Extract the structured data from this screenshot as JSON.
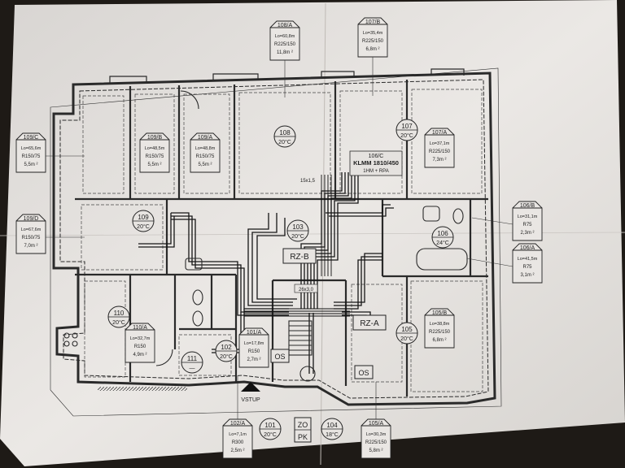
{
  "colors": {
    "paper": "#e7e4e1",
    "ink": "#2a2a2a",
    "heating": "#161616",
    "background": "#1e1a16"
  },
  "rooms": [
    {
      "id": "r108",
      "number": "108",
      "temp": "20°C"
    },
    {
      "id": "r107",
      "number": "107",
      "temp": "20°C"
    },
    {
      "id": "r109",
      "number": "109",
      "temp": "20°C"
    },
    {
      "id": "r103",
      "number": "103",
      "temp": "20°C"
    },
    {
      "id": "r106",
      "number": "106",
      "temp": "24°C"
    },
    {
      "id": "r110",
      "number": "110",
      "temp": "20°C"
    },
    {
      "id": "r102",
      "number": "102",
      "temp": "20°C"
    },
    {
      "id": "r105",
      "number": "105",
      "temp": "20°C"
    },
    {
      "id": "r111",
      "number": "111",
      "temp": "—"
    },
    {
      "id": "r101",
      "number": "101",
      "temp": "20°C"
    },
    {
      "id": "r104",
      "number": "104",
      "temp": "18°C"
    }
  ],
  "tags": [
    {
      "id": "t108a",
      "code": "108/A",
      "lines": [
        "Lo=60,8m",
        "R225/150",
        "11,8m ²"
      ]
    },
    {
      "id": "t107b",
      "code": "107/B",
      "lines": [
        "Lo=35,4m",
        "R225/150",
        "6,8m ²"
      ]
    },
    {
      "id": "t109c",
      "code": "109/C",
      "lines": [
        "Lo=65,6m",
        "R150/75",
        "5,5m ²"
      ]
    },
    {
      "id": "t109b",
      "code": "109/B",
      "lines": [
        "Lo=48,5m",
        "R150/75",
        "5,5m ²"
      ]
    },
    {
      "id": "t109a",
      "code": "109/A",
      "lines": [
        "Lo=48,8m",
        "R150/75",
        "5,5m ²"
      ]
    },
    {
      "id": "t107a",
      "code": "107/A",
      "lines": [
        "Lo=37,1m",
        "R225/150",
        "7,3m ²"
      ]
    },
    {
      "id": "t109d",
      "code": "109/D",
      "lines": [
        "Lo=67,6m",
        "R150/75",
        "7,0m ²"
      ]
    },
    {
      "id": "t106b",
      "code": "106/B",
      "lines": [
        "Lo=31,1m",
        "R75",
        "2,3m ²"
      ]
    },
    {
      "id": "t106a",
      "code": "106/A",
      "lines": [
        "Lo=41,5m",
        "R75",
        "3,1m ²"
      ]
    },
    {
      "id": "t110a",
      "code": "110/A",
      "lines": [
        "Lo=32,7m",
        "R150",
        "4,9m ²"
      ]
    },
    {
      "id": "t101a",
      "code": "101/A",
      "lines": [
        "Lo=17,8m",
        "R150",
        "2,7m ²"
      ]
    },
    {
      "id": "t105b",
      "code": "105/B",
      "lines": [
        "Lo=38,8m",
        "R225/150",
        "6,8m ²"
      ]
    },
    {
      "id": "t102a",
      "code": "102/A",
      "lines": [
        "Lo=7,1m",
        "R300",
        "2,5m ²"
      ]
    },
    {
      "id": "t105a",
      "code": "105/A",
      "lines": [
        "Lo=30,3m",
        "R225/150",
        "5,8m ²"
      ]
    }
  ],
  "collector": {
    "code": "106/C",
    "lines": [
      "KLMM 1810/450",
      "1HM + RPA"
    ]
  },
  "labels": {
    "rz_b": "RZ-B",
    "rz_a": "RZ-A",
    "os_1": "OS",
    "os_2": "OS",
    "zo": "ZO",
    "pk": "PK",
    "vstup": "VSTUP",
    "dim_pipe": "15x1,5",
    "dim_box": "26x3,0"
  }
}
